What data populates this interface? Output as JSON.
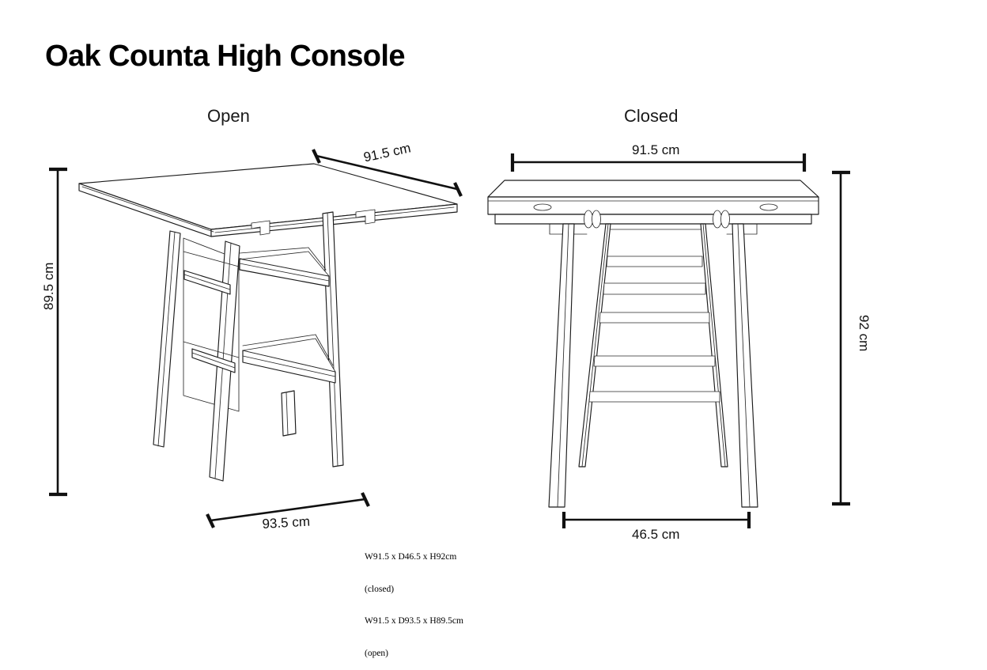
{
  "document": {
    "title": "Oak Counta High Console",
    "background_color": "#ffffff",
    "line_color": "#1b1b1b"
  },
  "views": [
    {
      "id": "open",
      "caption": "Open",
      "dimensions": {
        "width": "91.5 cm",
        "height": "89.5 cm",
        "depth": "93.5 cm"
      }
    },
    {
      "id": "closed",
      "caption": "Closed",
      "dimensions": {
        "width": "91.5 cm",
        "height": "92 cm",
        "depth": "46.5 cm"
      }
    }
  ],
  "spec": {
    "line1": "W91.5 x D46.5 x H92cm",
    "line2": "(closed)",
    "line3": "W91.5 x D93.5 x H89.5cm",
    "line4": "(open)"
  }
}
